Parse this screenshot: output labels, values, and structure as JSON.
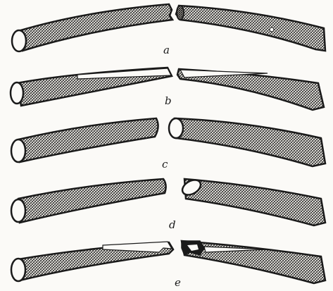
{
  "figure": {
    "rows": [
      {
        "id": "a",
        "label": "a"
      },
      {
        "id": "b",
        "label": "b"
      },
      {
        "id": "c",
        "label": "c"
      },
      {
        "id": "d",
        "label": "d"
      },
      {
        "id": "e",
        "label": "e"
      }
    ]
  },
  "colors": {
    "ink": "#1a1a1a",
    "paper": "#fbfaf7"
  }
}
